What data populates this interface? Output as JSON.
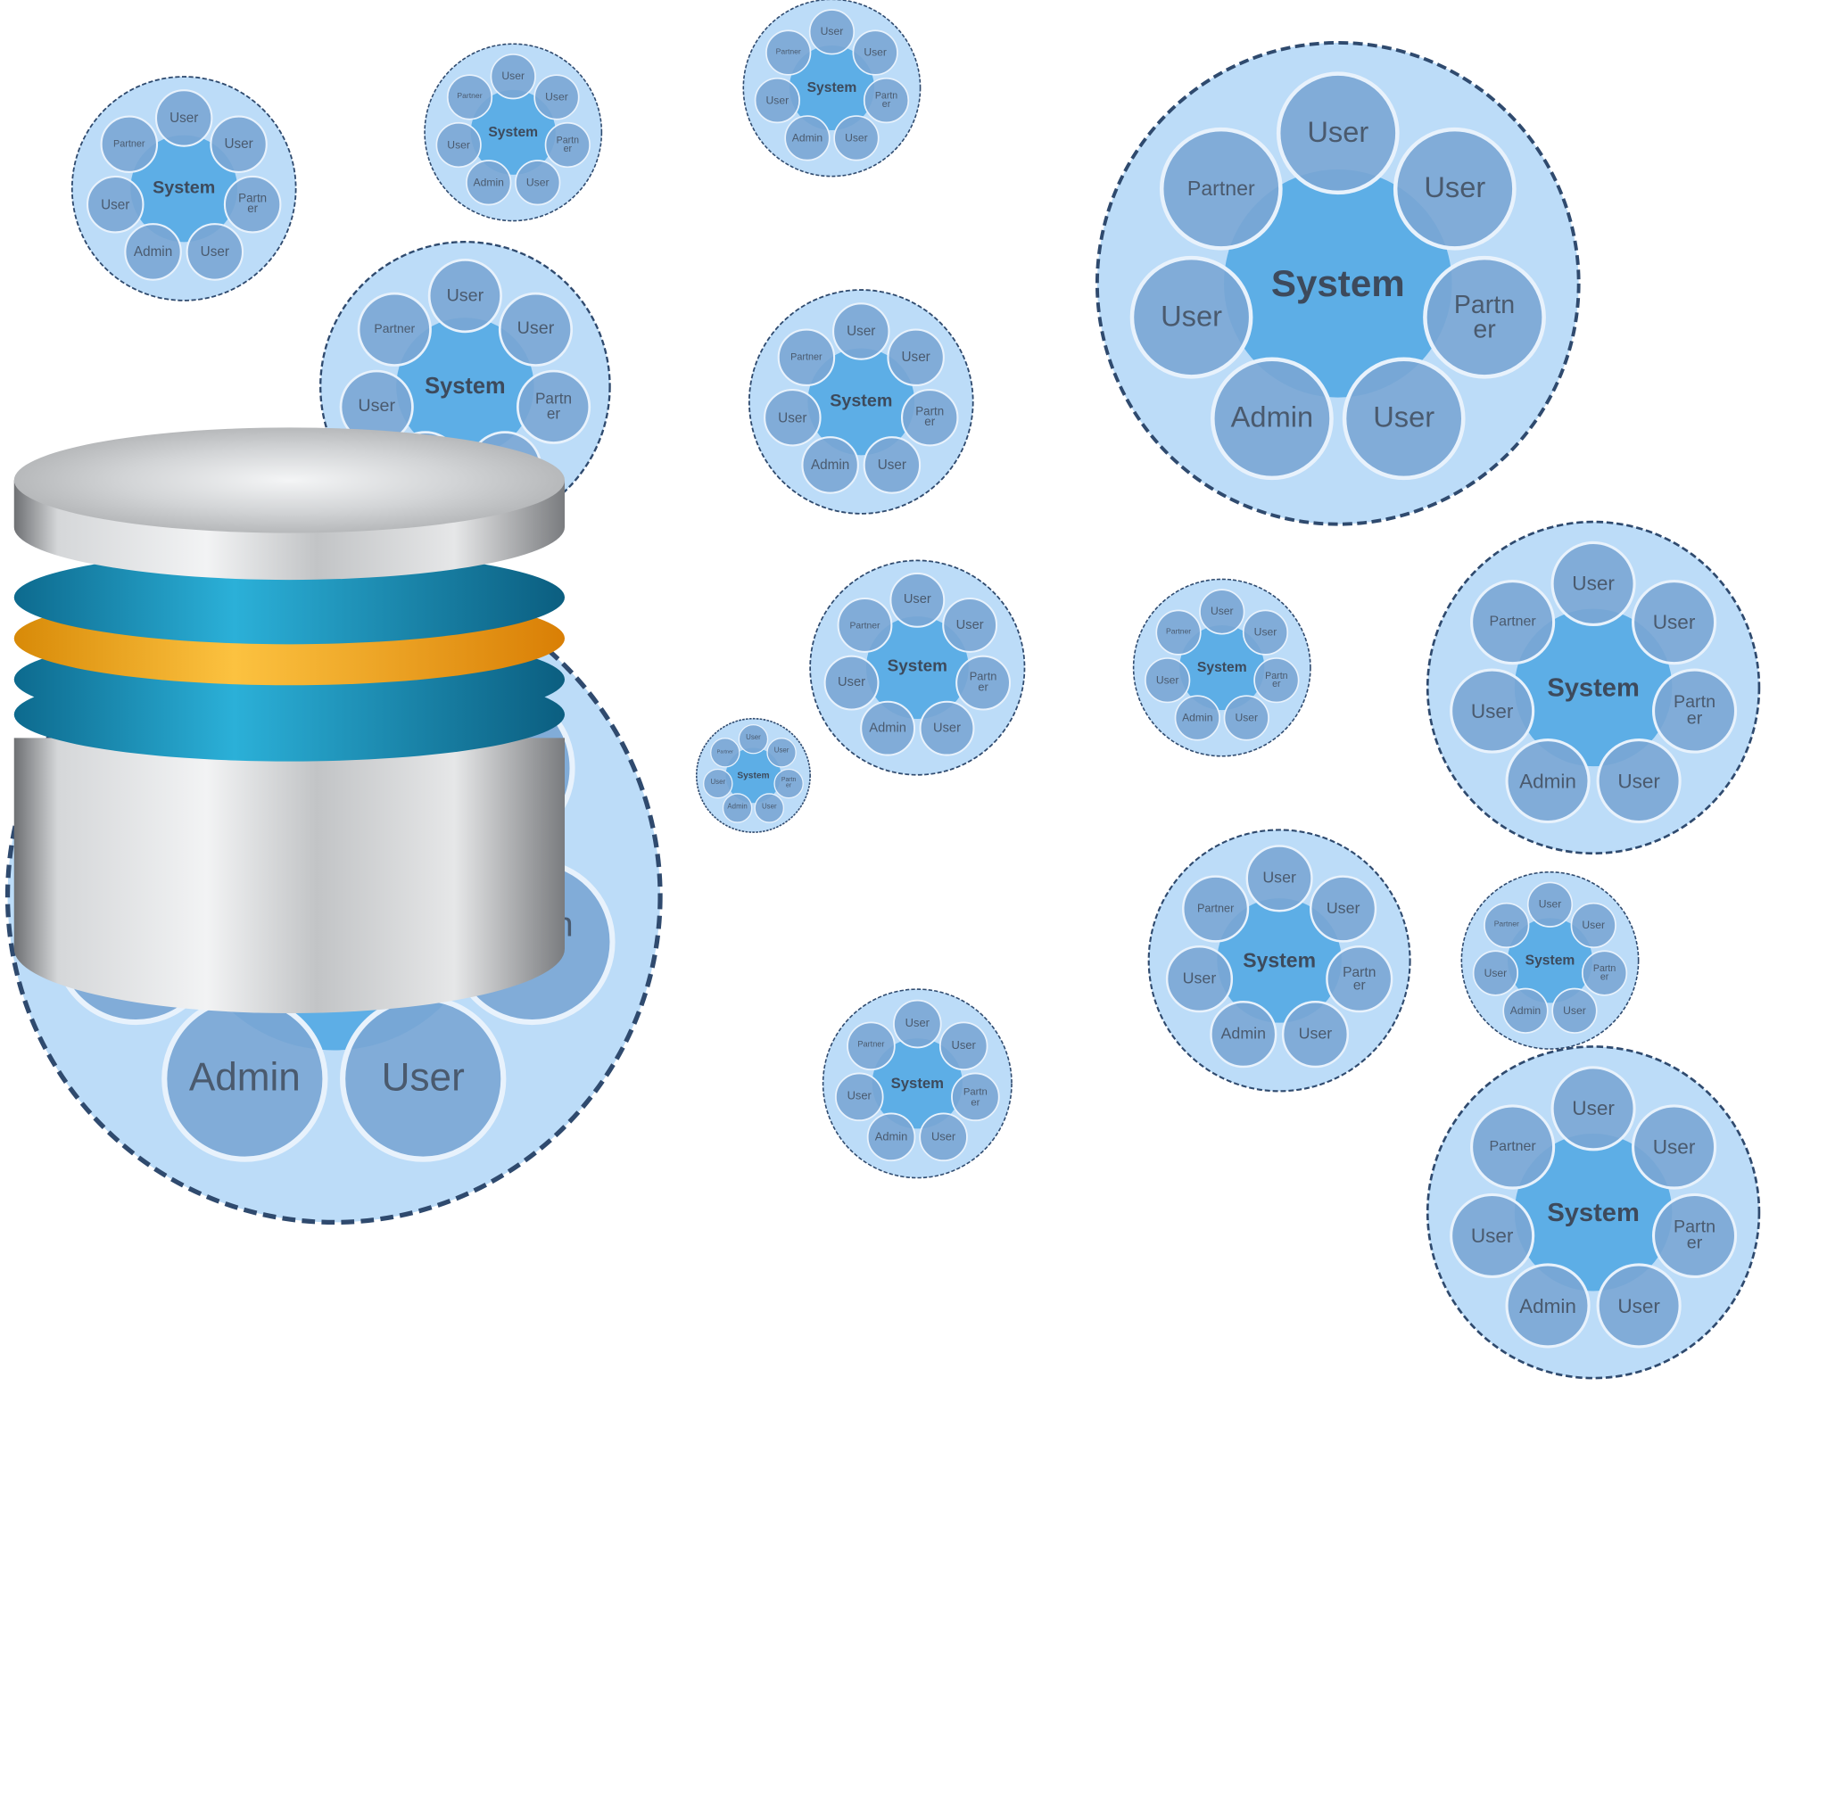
{
  "colors": {
    "outer_fill": "#bcdcf8",
    "outer_border": "#2f4a6e",
    "center_fill": "#5daee6",
    "satellite_fill": "#7aa6d4",
    "satellite_stroke": "#e8f2fc",
    "text": "#4a5a6e",
    "db_metal": "#c9cbcd",
    "db_teal": "#1b8db4",
    "db_orange": "#f6a715"
  },
  "cluster_template": {
    "center_label": "System",
    "satellite_labels": [
      "User",
      "User",
      "Partn er",
      "User",
      "Admin",
      "User",
      "Partner"
    ]
  },
  "clusters": [
    {
      "id": "tl-1"
    },
    {
      "id": "tl-2"
    },
    {
      "id": "tm-1"
    },
    {
      "id": "big-top-right"
    },
    {
      "id": "ml-behind-db"
    },
    {
      "id": "mid-1"
    },
    {
      "id": "mid-2"
    },
    {
      "id": "mid-3"
    },
    {
      "id": "mid-small"
    },
    {
      "id": "right-1"
    },
    {
      "id": "right-2"
    },
    {
      "id": "right-3"
    },
    {
      "id": "right-small"
    },
    {
      "id": "bottom-mid"
    },
    {
      "id": "large-lower-left"
    }
  ],
  "icons": {
    "database": "database-icon"
  }
}
